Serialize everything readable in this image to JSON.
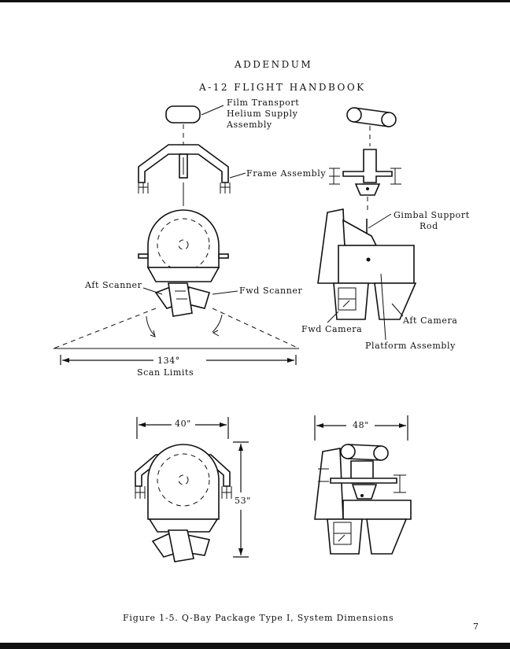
{
  "header": {
    "addendum": "ADDENDUM",
    "handbook": "A-12 FLIGHT HANDBOOK"
  },
  "labels": {
    "film_transport": [
      "Film Transport",
      "Helium Supply",
      "Assembly"
    ],
    "frame_assembly": "Frame Assembly",
    "gimbal_support": [
      "Gimbal Support",
      "Rod"
    ],
    "aft_scanner": "Aft Scanner",
    "fwd_scanner": "Fwd Scanner",
    "aft_camera": "Aft Camera",
    "fwd_camera": "Fwd Camera",
    "platform_assembly": "Platform Assembly",
    "scan_angle": "134°",
    "scan_limits": "Scan Limits",
    "dim_width_front": "40\"",
    "dim_height": "53\"",
    "dim_width_side": "48\""
  },
  "footer": {
    "caption": "Figure 1-5.  Q-Bay Package Type I, System Dimensions",
    "page_number": "7"
  }
}
